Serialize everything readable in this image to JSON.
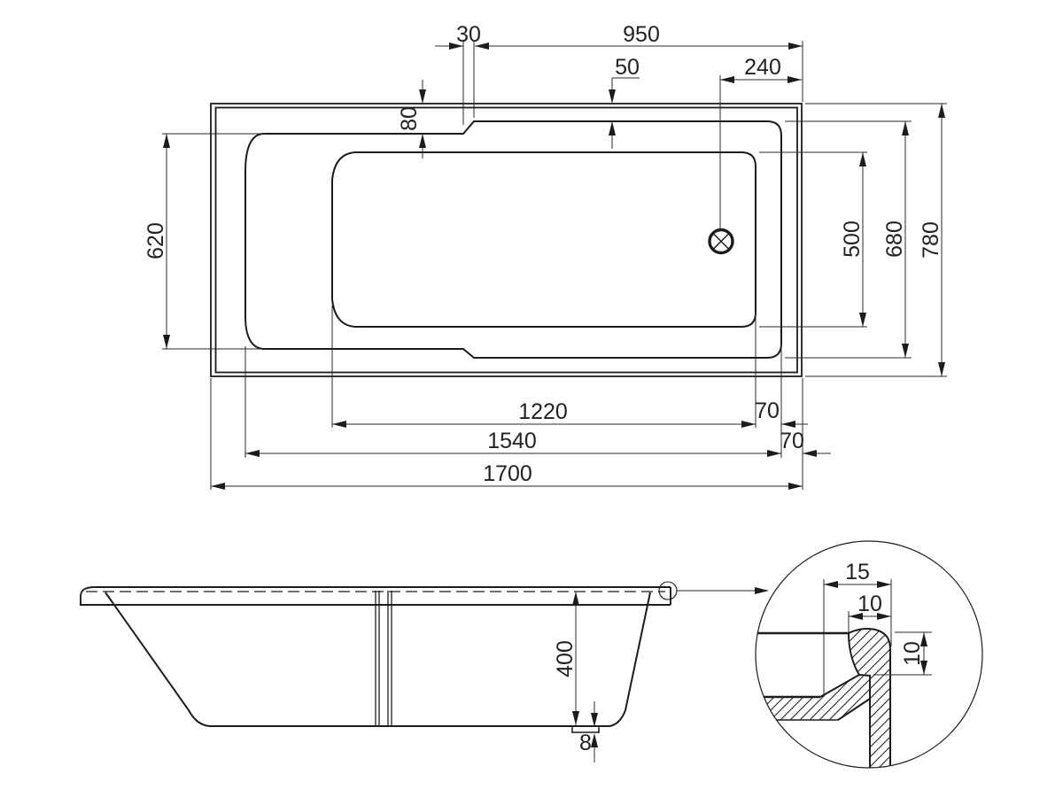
{
  "dims": {
    "plan": {
      "step_30": "30",
      "step_to_end_950": "950",
      "rim_inset_right_50": "50",
      "drain_offset_240": "240",
      "rim_inset_left_80": "80",
      "head_inner_width_620": "620",
      "basin_width_500": "500",
      "foot_inner_width_680": "680",
      "overall_width_780": "780",
      "basin_length_1220": "1220",
      "gap_basin_rim_70": "70",
      "inner_length_1540": "1540",
      "gap_rim_edge_70": "70",
      "overall_length_1700": "1700"
    },
    "side": {
      "depth_400": "400",
      "base_pad_8": "8"
    },
    "detail": {
      "rim_edge_width_15": "15",
      "rim_nose_width_10": "10",
      "rim_nose_height_10": "10"
    }
  },
  "colors": {
    "line": "#1c1c1c",
    "text": "#222222",
    "background": "#ffffff"
  }
}
